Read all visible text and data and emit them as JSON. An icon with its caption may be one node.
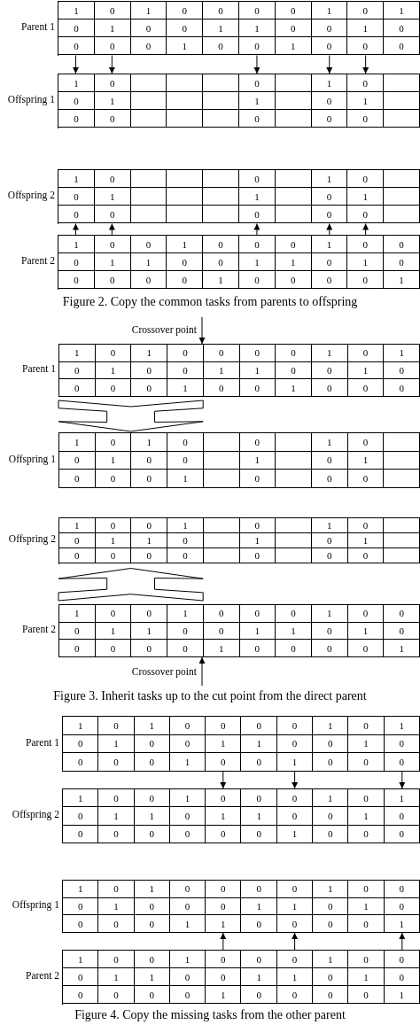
{
  "diagram": {
    "nodes": [
      {
        "text": [
          "Parent 1"
        ]
      },
      {
        "text": [
          "Offspring 1"
        ]
      },
      {
        "text": [
          "Offspring 2"
        ]
      },
      {
        "text": [
          "Parent 2"
        ]
      },
      {
        "text": [
          "Crossover point"
        ]
      },
      {
        "text": [
          "Parent 1"
        ]
      },
      {
        "text": [
          "Offspring 1"
        ]
      },
      {
        "text": [
          "Offspring 2"
        ]
      },
      {
        "text": [
          "Parent 2"
        ]
      },
      {
        "text": [
          "Crossover point"
        ]
      },
      {
        "text": [
          "Parent 1"
        ]
      },
      {
        "text": [
          "Offspring 2"
        ]
      },
      {
        "text": [
          "Offspring 1"
        ]
      },
      {
        "text": [
          "Parent 2"
        ]
      }
    ],
    "edges": [
      {
        "from": 0,
        "to": 1,
        "arrow": "to"
      },
      {
        "from": 0,
        "to": 1,
        "arrow": "to"
      },
      {
        "from": 0,
        "to": 1,
        "arrow": "to"
      },
      {
        "from": 0,
        "to": 1,
        "arrow": "to"
      },
      {
        "from": 0,
        "to": 1,
        "arrow": "to"
      },
      {
        "from": 3,
        "to": 2,
        "arrow": "to"
      },
      {
        "from": 3,
        "to": 2,
        "arrow": "to"
      },
      {
        "from": 3,
        "to": 2,
        "arrow": "to"
      },
      {
        "from": 3,
        "to": 2,
        "arrow": "to"
      },
      {
        "from": 3,
        "to": 2,
        "arrow": "to"
      },
      {
        "from": 4,
        "to": 5,
        "arrow": "to"
      },
      {
        "from": 5,
        "to": 6,
        "arrow": "to",
        "style": "thick"
      },
      {
        "from": 8,
        "to": 7,
        "arrow": "to",
        "style": "thick"
      },
      {
        "from": 9,
        "to": 8,
        "arrow": "to"
      },
      {
        "from": 10,
        "to": 11,
        "arrow": "to"
      },
      {
        "from": 10,
        "to": 11,
        "arrow": "to"
      },
      {
        "from": 10,
        "to": 11,
        "arrow": "to"
      },
      {
        "from": 13,
        "to": 12,
        "arrow": "to"
      },
      {
        "from": 13,
        "to": 12,
        "arrow": "to"
      },
      {
        "from": 13,
        "to": 12,
        "arrow": "to"
      }
    ],
    "labels": [
      "1",
      "0",
      "1",
      "0",
      "0",
      "0",
      "0",
      "1",
      "0",
      "1",
      "0",
      "1",
      "0",
      "0",
      "1",
      "1",
      "0",
      "0",
      "1",
      "0",
      "0",
      "0",
      "0",
      "1",
      "0",
      "0",
      "1",
      "0",
      "0",
      "0",
      "1",
      "0",
      "0",
      "1",
      "0",
      "0",
      "1",
      "1",
      "0",
      "1",
      "0",
      "0",
      "0",
      "0",
      "0",
      "1",
      "0",
      "0",
      "1",
      "0",
      "0",
      "1",
      "1",
      "0",
      "1",
      "0",
      "0",
      "0",
      "0",
      "0",
      "1",
      "0",
      "0",
      "1",
      "0",
      "0",
      "0",
      "1",
      "0",
      "0",
      "0",
      "1",
      "1",
      "0",
      "0",
      "1",
      "1",
      "0",
      "1",
      "0",
      "0",
      "0",
      "0",
      "0",
      "1",
      "0",
      "0",
      "0",
      "0",
      "1",
      "Figure 2. Copy the common tasks from parents to offspring",
      "1",
      "0",
      "1",
      "0",
      "0",
      "0",
      "0",
      "1",
      "0",
      "1",
      "0",
      "1",
      "0",
      "0",
      "1",
      "1",
      "0",
      "0",
      "1",
      "0",
      "0",
      "0",
      "0",
      "1",
      "0",
      "0",
      "1",
      "0",
      "0",
      "0",
      "1",
      "0",
      "1",
      "0",
      "0",
      "1",
      "0",
      "0",
      "1",
      "0",
      "0",
      "1",
      "0",
      "1",
      "0",
      "0",
      "0",
      "1",
      "0",
      "0",
      "0",
      "1",
      "0",
      "0",
      "1",
      "0",
      "1",
      "0",
      "0",
      "1",
      "1",
      "0",
      "1",
      "0",
      "1",
      "0",
      "0",
      "0",
      "0",
      "0",
      "0",
      "0",
      "1",
      "0",
      "0",
      "1",
      "0",
      "0",
      "0",
      "1",
      "0",
      "0",
      "0",
      "1",
      "1",
      "0",
      "0",
      "1",
      "1",
      "0",
      "1",
      "0",
      "0",
      "0",
      "0",
      "0",
      "1",
      "0",
      "0",
      "0",
      "0",
      "1",
      "Figure 3. Inherit tasks up to the cut point from the direct parent",
      "1",
      "0",
      "1",
      "0",
      "0",
      "0",
      "0",
      "1",
      "0",
      "1",
      "0",
      "1",
      "0",
      "0",
      "1",
      "1",
      "0",
      "0",
      "1",
      "0",
      "0",
      "0",
      "0",
      "1",
      "0",
      "0",
      "1",
      "0",
      "0",
      "0",
      "1",
      "0",
      "0",
      "1",
      "0",
      "0",
      "0",
      "1",
      "0",
      "1",
      "0",
      "1",
      "1",
      "0",
      "1",
      "1",
      "0",
      "0",
      "1",
      "0",
      "0",
      "0",
      "0",
      "0",
      "0",
      "0",
      "1",
      "0",
      "0",
      "0",
      "1",
      "0",
      "1",
      "0",
      "0",
      "0",
      "0",
      "1",
      "0",
      "0",
      "0",
      "1",
      "0",
      "0",
      "0",
      "1",
      "1",
      "0",
      "1",
      "0",
      "0",
      "0",
      "0",
      "1",
      "1",
      "0",
      "0",
      "0",
      "0",
      "1",
      "1",
      "0",
      "0",
      "1",
      "0",
      "0",
      "0",
      "1",
      "0",
      "0",
      "0",
      "1",
      "1",
      "0",
      "0",
      "1",
      "1",
      "0",
      "1",
      "0",
      "0",
      "0",
      "0",
      "0",
      "1",
      "0",
      "0",
      "0",
      "0",
      "1",
      "Figure 4. Copy the missing tasks from the other parent"
    ]
  }
}
